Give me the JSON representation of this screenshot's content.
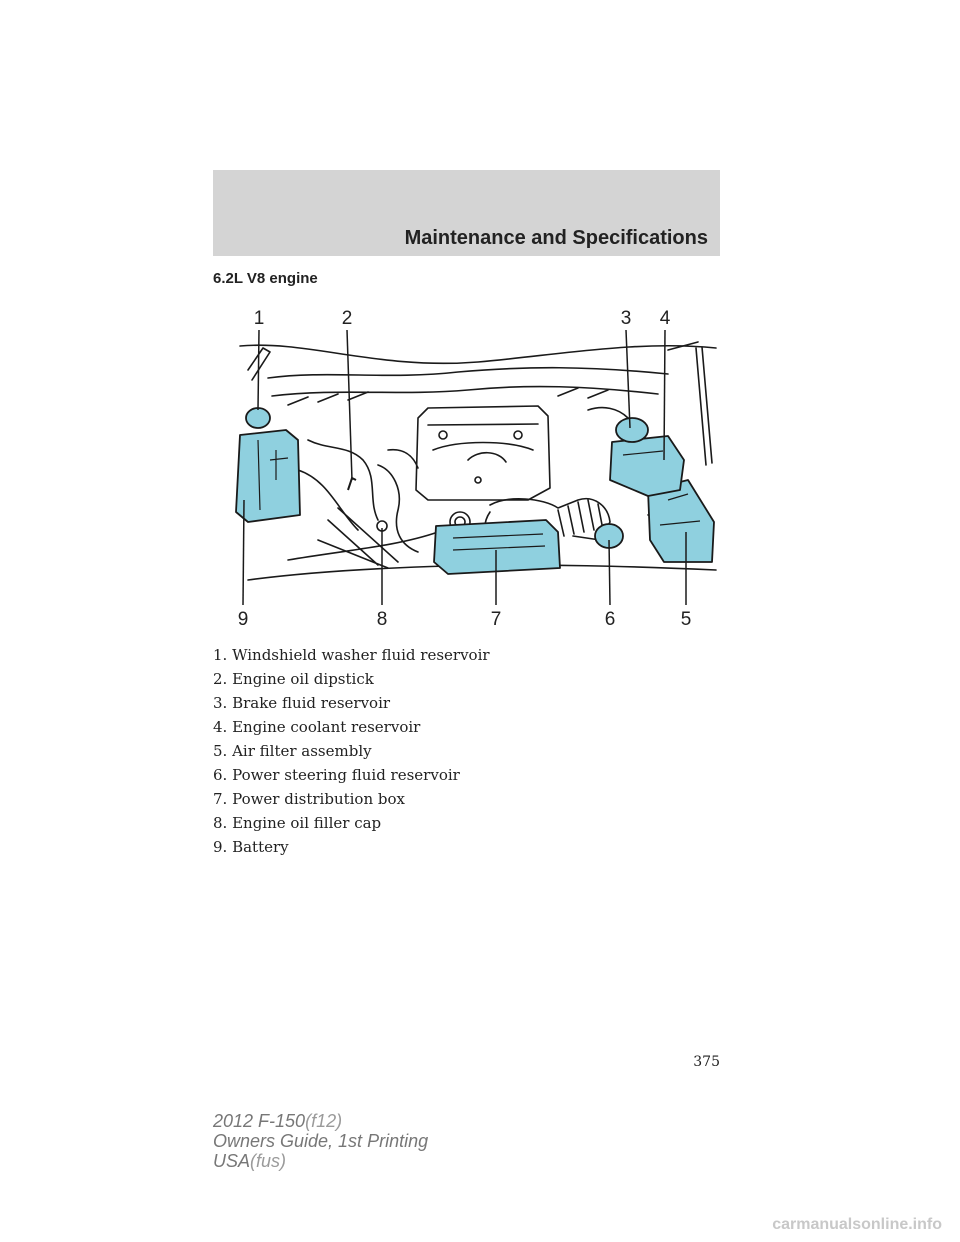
{
  "header": {
    "title": "Maintenance and Specifications"
  },
  "section": {
    "title": "6.2L V8 engine"
  },
  "figure": {
    "callouts": [
      "1",
      "2",
      "3",
      "4",
      "5",
      "6",
      "7",
      "8",
      "9"
    ],
    "highlight_color": "#8fd0df",
    "line_color": "#1a1a1a"
  },
  "legend": {
    "items": [
      "1. Windshield washer fluid reservoir",
      "2. Engine oil dipstick",
      "3. Brake fluid reservoir",
      "4. Engine coolant reservoir",
      "5. Air filter assembly",
      "6. Power steering fluid reservoir",
      "7. Power distribution box",
      "8. Engine oil filler cap",
      "9. Battery"
    ]
  },
  "page_number": "375",
  "footer": {
    "line1_main": "2012 F-150",
    "line1_code": "(f12)",
    "line2": "Owners Guide, 1st Printing",
    "line3_main": "USA",
    "line3_code": "(fus)"
  },
  "watermark": "carmanualsonline.info"
}
